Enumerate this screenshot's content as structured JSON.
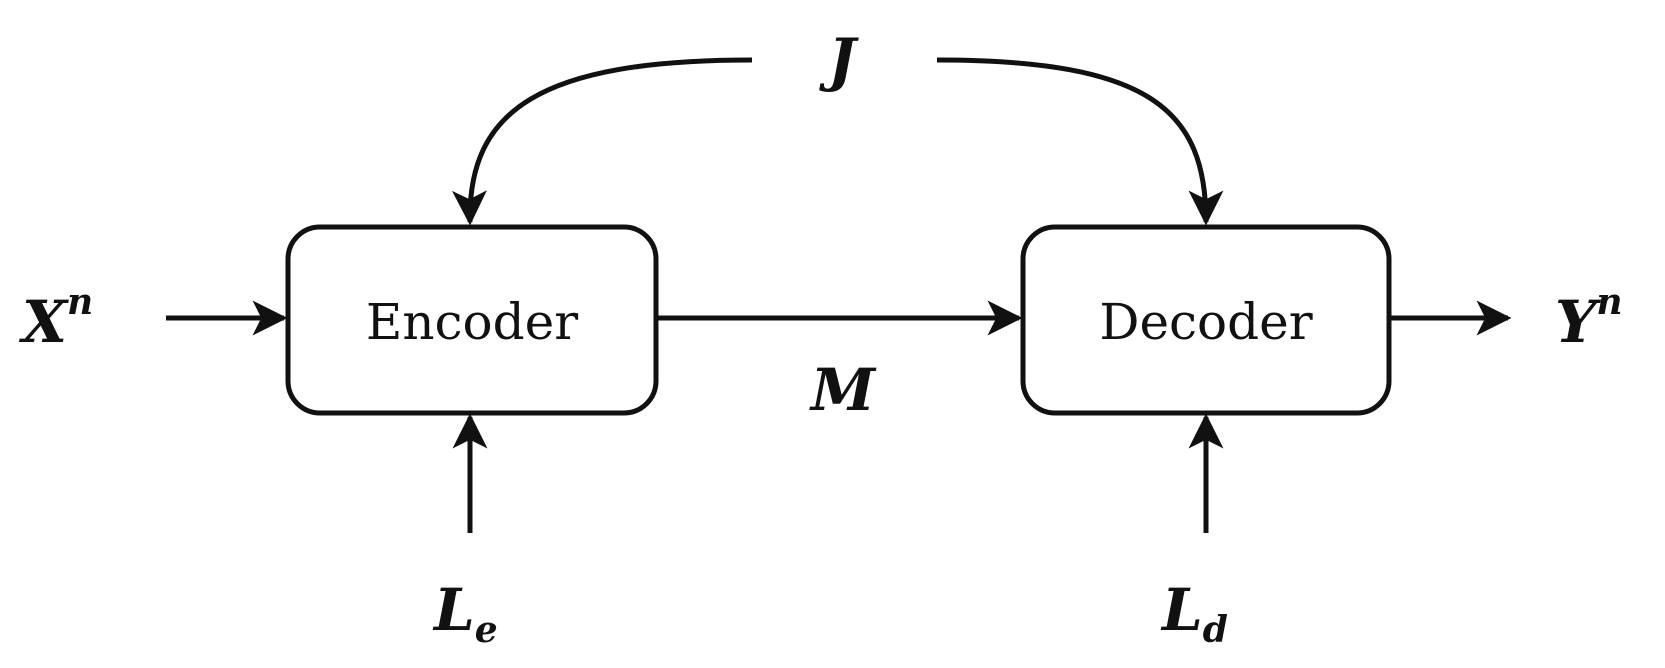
{
  "blocks": {
    "encoder": "Encoder",
    "decoder": "Decoder"
  },
  "variables": {
    "source": {
      "base": "X",
      "sup": "n"
    },
    "reconstruction": {
      "base": "Y",
      "sup": "n"
    },
    "message": "M",
    "common_key": "J",
    "encoder_leakage": {
      "base": "L",
      "sub": "e"
    },
    "decoder_leakage": {
      "base": "L",
      "sub": "d"
    }
  },
  "colors": {
    "stroke": "#111111",
    "background": "#ffffff"
  }
}
